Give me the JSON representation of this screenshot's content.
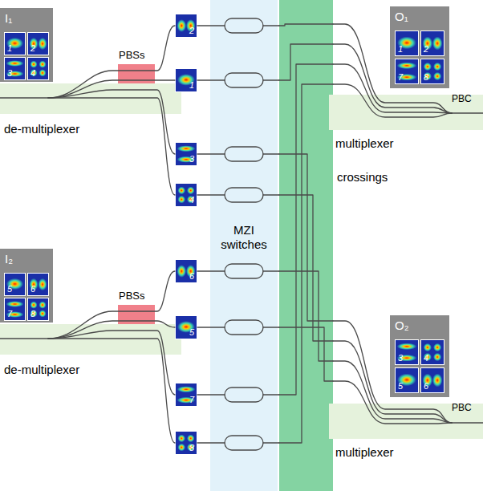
{
  "diagram": {
    "nodes": [
      {
        "text": [
          "I₁"
        ]
      },
      {
        "text": [
          "1"
        ],
        "in": 0
      },
      {
        "text": [
          "2"
        ],
        "in": 0
      },
      {
        "text": [
          "3"
        ],
        "in": 0
      },
      {
        "text": [
          "4"
        ],
        "in": 0
      },
      {
        "text": [
          "PBSs"
        ]
      },
      {
        "text": [
          "de-multiplexer"
        ]
      },
      {
        "text": [
          "2"
        ]
      },
      {
        "text": [
          "1"
        ]
      },
      {
        "text": [
          "3"
        ]
      },
      {
        "text": [
          "4"
        ]
      },
      {
        "text": [
          "MZI switches"
        ]
      },
      {
        "text": [
          "crossings"
        ]
      },
      {
        "text": [
          "O₁"
        ]
      },
      {
        "text": [
          "1"
        ],
        "in": 13
      },
      {
        "text": [
          "2"
        ],
        "in": 13
      },
      {
        "text": [
          "7"
        ],
        "in": 13
      },
      {
        "text": [
          "8"
        ],
        "in": 13
      },
      {
        "text": [
          "PBC"
        ]
      },
      {
        "text": [
          "multiplexer"
        ]
      },
      {
        "text": [
          "I₂"
        ]
      },
      {
        "text": [
          "5"
        ],
        "in": 20
      },
      {
        "text": [
          "6"
        ],
        "in": 20
      },
      {
        "text": [
          "7"
        ],
        "in": 20
      },
      {
        "text": [
          "8"
        ],
        "in": 20
      },
      {
        "text": [
          "PBSs"
        ]
      },
      {
        "text": [
          "de-multiplexer"
        ]
      },
      {
        "text": [
          "6"
        ]
      },
      {
        "text": [
          "5"
        ]
      },
      {
        "text": [
          "7"
        ]
      },
      {
        "text": [
          "8"
        ]
      },
      {
        "text": [
          "O₂"
        ]
      },
      {
        "text": [
          "3"
        ],
        "in": 31
      },
      {
        "text": [
          "4"
        ],
        "in": 31
      },
      {
        "text": [
          "5"
        ],
        "in": 31
      },
      {
        "text": [
          "6"
        ],
        "in": 31
      },
      {
        "text": [
          "PBC"
        ]
      },
      {
        "text": [
          "multiplexer"
        ]
      }
    ]
  }
}
